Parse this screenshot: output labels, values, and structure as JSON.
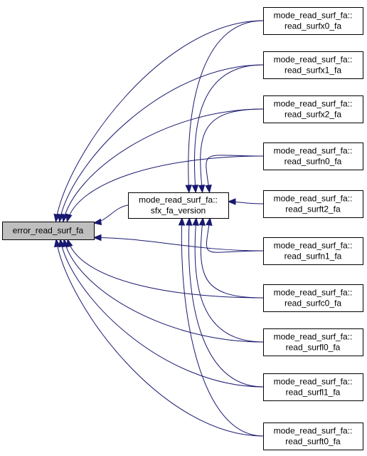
{
  "graph": {
    "edge_color": "#191970",
    "highlight_color": "#bfbfbf",
    "root": {
      "id": "root",
      "lines": [
        "error_read_surf_fa"
      ]
    },
    "middle": {
      "id": "ver",
      "lines": [
        "mode_read_surf_fa::",
        "sfx_fa_version"
      ]
    },
    "callers": [
      {
        "id": "x0",
        "lines": [
          "mode_read_surf_fa::",
          "read_surfx0_fa"
        ],
        "calls": [
          "root",
          "ver"
        ]
      },
      {
        "id": "x1",
        "lines": [
          "mode_read_surf_fa::",
          "read_surfx1_fa"
        ],
        "calls": [
          "root",
          "ver"
        ]
      },
      {
        "id": "x2",
        "lines": [
          "mode_read_surf_fa::",
          "read_surfx2_fa"
        ],
        "calls": [
          "root",
          "ver"
        ]
      },
      {
        "id": "n0",
        "lines": [
          "mode_read_surf_fa::",
          "read_surfn0_fa"
        ],
        "calls": [
          "root",
          "ver"
        ]
      },
      {
        "id": "t2",
        "lines": [
          "mode_read_surf_fa::",
          "read_surft2_fa"
        ],
        "calls": [
          "ver"
        ]
      },
      {
        "id": "n1",
        "lines": [
          "mode_read_surf_fa::",
          "read_surfn1_fa"
        ],
        "calls": [
          "root",
          "ver"
        ]
      },
      {
        "id": "c0",
        "lines": [
          "mode_read_surf_fa::",
          "read_surfc0_fa"
        ],
        "calls": [
          "root",
          "ver"
        ]
      },
      {
        "id": "l0",
        "lines": [
          "mode_read_surf_fa::",
          "read_surfl0_fa"
        ],
        "calls": [
          "root",
          "ver"
        ]
      },
      {
        "id": "l1",
        "lines": [
          "mode_read_surf_fa::",
          "read_surfl1_fa"
        ],
        "calls": [
          "root",
          "ver"
        ]
      },
      {
        "id": "t0",
        "lines": [
          "mode_read_surf_fa::",
          "read_surft0_fa"
        ],
        "calls": [
          "root",
          "ver"
        ]
      }
    ],
    "extra_edges": [
      {
        "from": "ver",
        "to": "root"
      }
    ]
  }
}
